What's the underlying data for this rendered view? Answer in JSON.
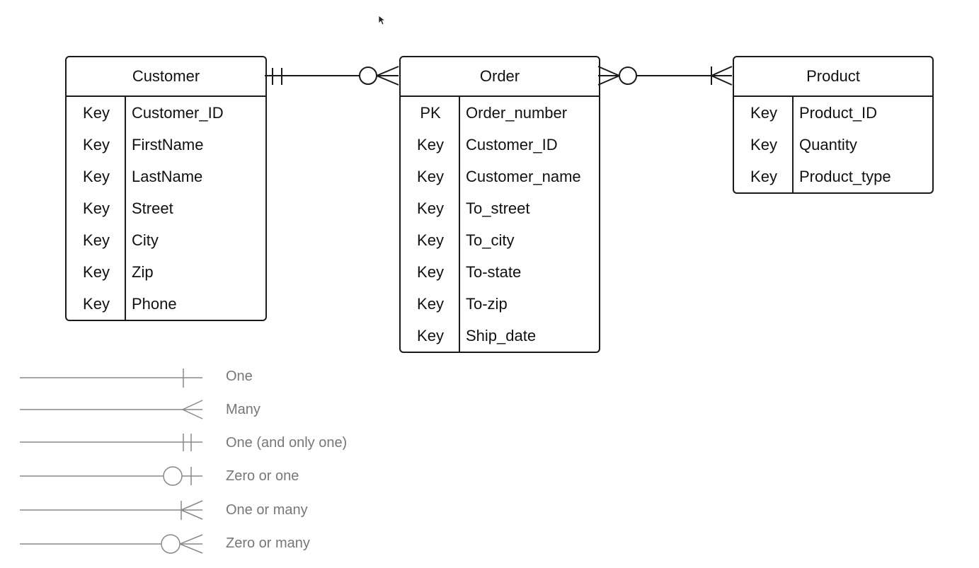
{
  "entities": {
    "customer": {
      "name": "Customer",
      "rows": [
        {
          "key": "Key",
          "attr": "Customer_ID"
        },
        {
          "key": "Key",
          "attr": "FirstName"
        },
        {
          "key": "Key",
          "attr": "LastName"
        },
        {
          "key": "Key",
          "attr": "Street"
        },
        {
          "key": "Key",
          "attr": "City"
        },
        {
          "key": "Key",
          "attr": "Zip"
        },
        {
          "key": "Key",
          "attr": "Phone"
        }
      ]
    },
    "order": {
      "name": "Order",
      "rows": [
        {
          "key": "PK",
          "attr": "Order_number"
        },
        {
          "key": "Key",
          "attr": "Customer_ID"
        },
        {
          "key": "Key",
          "attr": "Customer_name"
        },
        {
          "key": "Key",
          "attr": "To_street"
        },
        {
          "key": "Key",
          "attr": "To_city"
        },
        {
          "key": "Key",
          "attr": "To-state"
        },
        {
          "key": "Key",
          "attr": "To-zip"
        },
        {
          "key": "Key",
          "attr": "Ship_date"
        }
      ]
    },
    "product": {
      "name": "Product",
      "rows": [
        {
          "key": "Key",
          "attr": "Product_ID"
        },
        {
          "key": "Key",
          "attr": "Quantity"
        },
        {
          "key": "Key",
          "attr": "Product_type"
        }
      ]
    }
  },
  "relationships": [
    {
      "from": "Customer",
      "to": "Order",
      "from_end": "one-and-only-one",
      "to_end": "zero-or-many"
    },
    {
      "from": "Order",
      "to": "Product",
      "from_end": "zero-or-many",
      "to_end": "one-or-many"
    }
  ],
  "legend": [
    {
      "symbol": "one",
      "label": "One"
    },
    {
      "symbol": "many",
      "label": "Many"
    },
    {
      "symbol": "one-and-only-one",
      "label": "One (and only one)"
    },
    {
      "symbol": "zero-or-one",
      "label": "Zero or one"
    },
    {
      "symbol": "one-or-many",
      "label": "One or many"
    },
    {
      "symbol": "zero-or-many",
      "label": "Zero or many"
    }
  ],
  "colors": {
    "line": "#1a1a1a",
    "legend_line": "#888888",
    "legend_text": "#777777"
  },
  "icons": {
    "cursor": "mouse-pointer-icon"
  }
}
